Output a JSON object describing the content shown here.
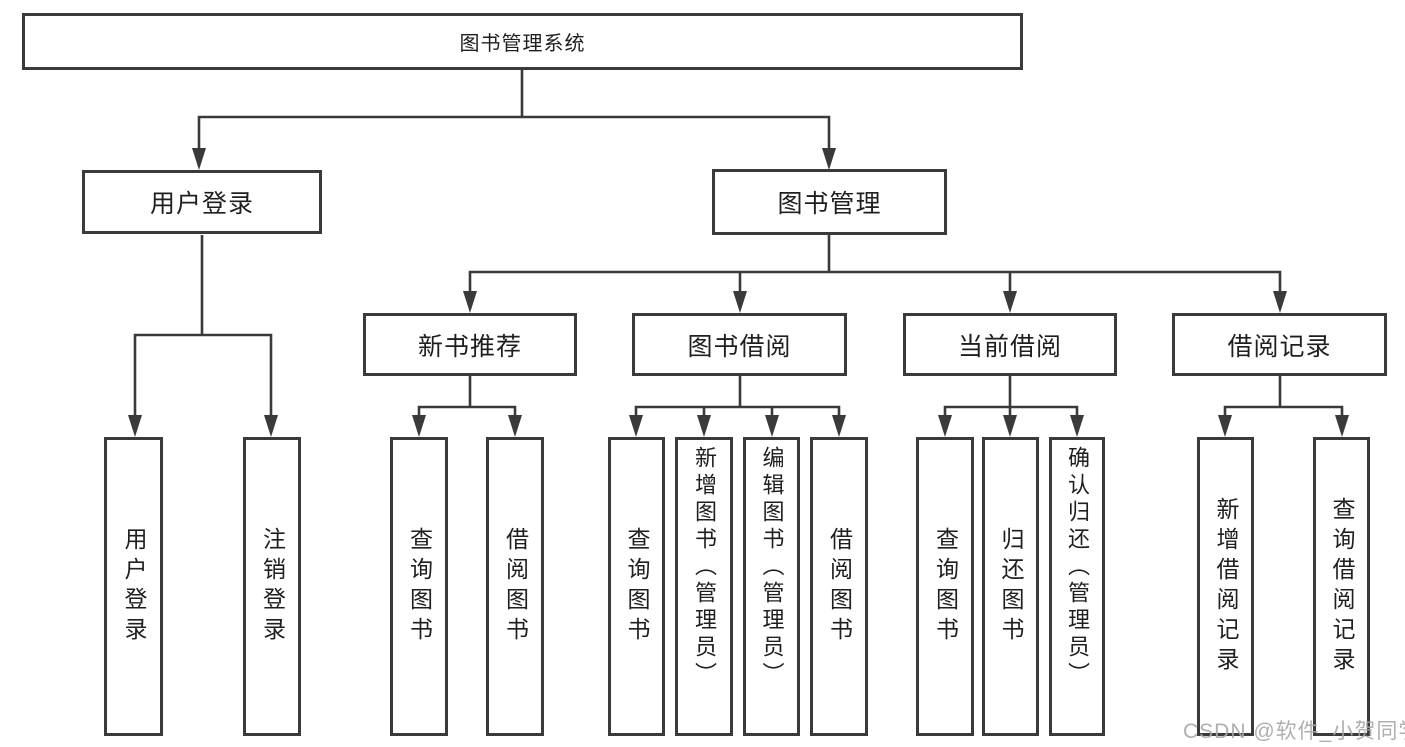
{
  "tree": {
    "root": {
      "label": "图书管理系统"
    },
    "branches": {
      "user_login": {
        "label": "用户登录",
        "children": [
          {
            "label": "用户登录"
          },
          {
            "label": "注销登录"
          }
        ]
      },
      "book_management": {
        "label": "图书管理",
        "sections": [
          {
            "label": "新书推荐",
            "children": [
              {
                "label": "查询图书"
              },
              {
                "label": "借阅图书"
              }
            ]
          },
          {
            "label": "图书借阅",
            "children": [
              {
                "label": "查询图书"
              },
              {
                "label": "新增图书（管理员）"
              },
              {
                "label": "编辑图书（管理员）"
              },
              {
                "label": "借阅图书"
              }
            ]
          },
          {
            "label": "当前借阅",
            "children": [
              {
                "label": "查询图书"
              },
              {
                "label": "归还图书"
              },
              {
                "label": "确认归还（管理员）"
              }
            ]
          },
          {
            "label": "借阅记录",
            "children": [
              {
                "label": "新增借阅记录"
              },
              {
                "label": "查询借阅记录"
              }
            ]
          }
        ]
      }
    }
  },
  "watermark": {
    "text": "CSDN @软件_小贺同学"
  },
  "colors": {
    "line": "#3a3a3a",
    "text": "#1f1f1f",
    "background": "#ffffff",
    "watermark": "#a8a8a8"
  }
}
